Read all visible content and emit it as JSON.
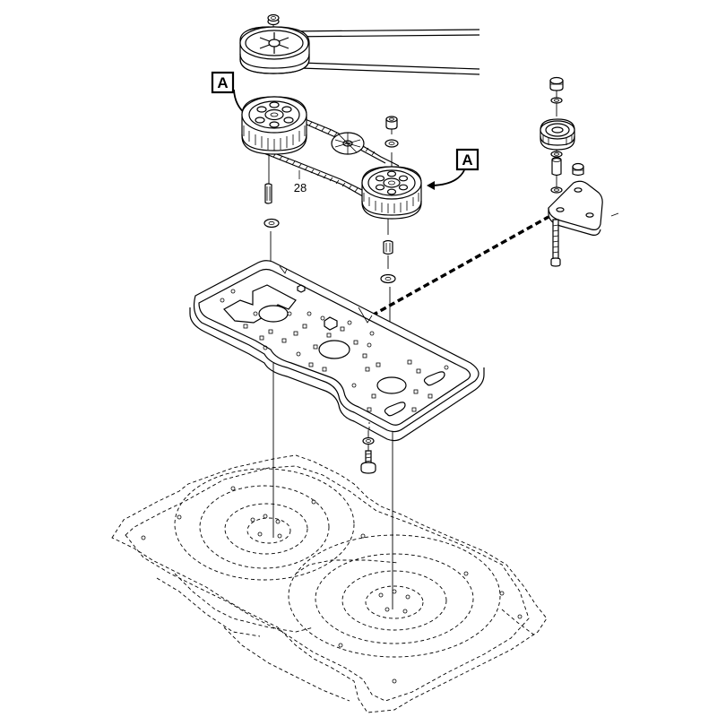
{
  "callouts": [
    {
      "label": "A"
    },
    {
      "label": "A"
    }
  ],
  "part_numbers": [
    "28"
  ]
}
